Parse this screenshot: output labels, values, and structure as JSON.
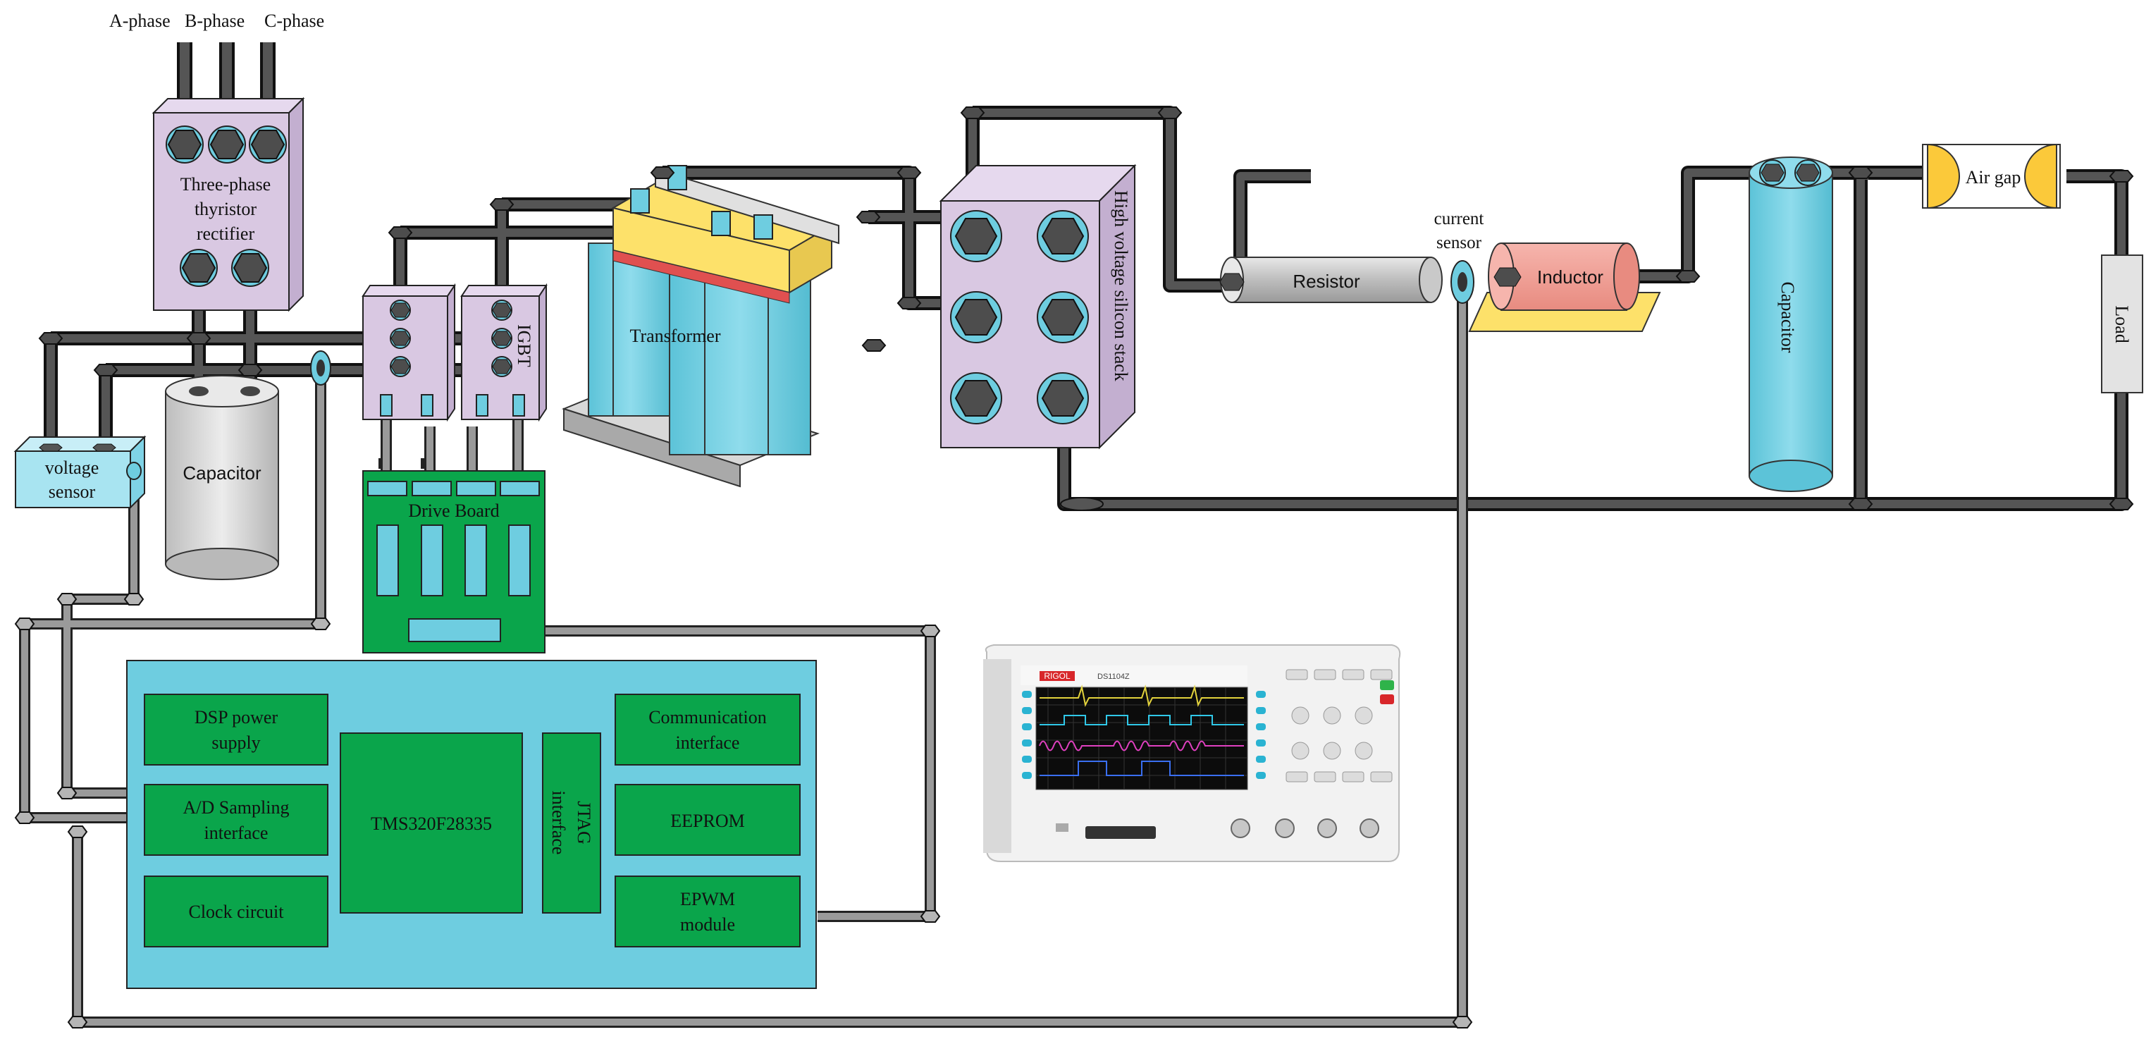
{
  "phases": {
    "a": "A-phase",
    "b": "B-phase",
    "c": "C-phase"
  },
  "rectifier": {
    "line1": "Three-phase",
    "line2": "thyristor",
    "line3": "rectifier"
  },
  "igbt_label": "IGBT",
  "transformer_label": "Transformer",
  "hv_stack_label": "High voltage silicon stack",
  "resistor_label": "Resistor",
  "current_sensor": {
    "line1": "current",
    "line2": "sensor"
  },
  "inductor_label": "Inductor",
  "capacitor_left_label": "Capacitor",
  "capacitor_right_label": "Capacitor",
  "air_gap_label": "Air gap",
  "load_label": "Load",
  "voltage_sensor": {
    "line1": "voltage",
    "line2": "sensor"
  },
  "drive_board_label": "Drive Board",
  "dsp_board": {
    "dsp_power": {
      "line1": "DSP power",
      "line2": "supply"
    },
    "ad_sampling": {
      "line1": "A/D Sampling",
      "line2": "interface"
    },
    "clock": "Clock circuit",
    "mcu": "TMS320F28335",
    "jtag": {
      "line1": "JTAG",
      "line2": "interface"
    },
    "comm": {
      "line1": "Communication",
      "line2": "interface"
    },
    "eeprom": "EEPROM",
    "epwm": {
      "line1": "EPWM",
      "line2": "module"
    }
  },
  "oscilloscope": {
    "brand": "RIGOL",
    "model": "DS1104Z"
  },
  "colors": {
    "lavender": "#d9c8e2",
    "cyan": "#6ecde0",
    "green": "#0aa54b",
    "gray_component": "#d4d4d4",
    "pink": "#f29d94",
    "yellow": "#fde16a",
    "dark_wire": "#4a4a4a",
    "gray_wire": "#8f8f8f"
  }
}
